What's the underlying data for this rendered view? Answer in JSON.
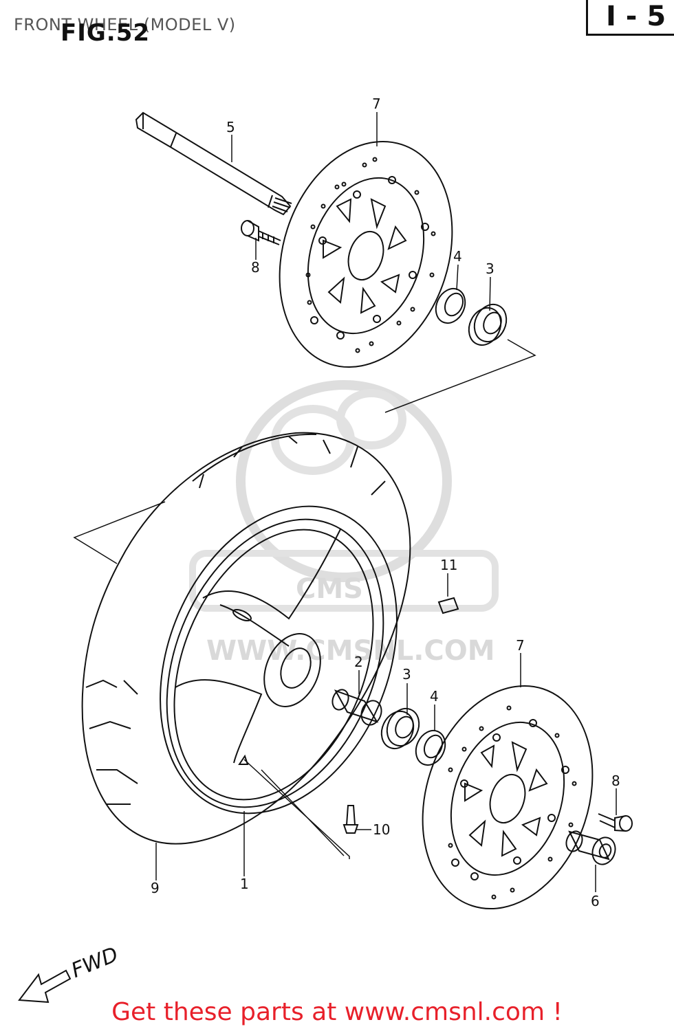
{
  "header": {
    "title": "FRONT WHEEL (MODEL V)",
    "figure": "FIG.52",
    "page_ref": "I - 5"
  },
  "parts": [
    {
      "ref": "1"
    },
    {
      "ref": "2"
    },
    {
      "ref": "3"
    },
    {
      "ref": "3"
    },
    {
      "ref": "4"
    },
    {
      "ref": "4"
    },
    {
      "ref": "5"
    },
    {
      "ref": "6"
    },
    {
      "ref": "7"
    },
    {
      "ref": "7"
    },
    {
      "ref": "8"
    },
    {
      "ref": "8"
    },
    {
      "ref": "9"
    },
    {
      "ref": "10"
    },
    {
      "ref": "11"
    }
  ],
  "direction": {
    "label": "FWD"
  },
  "watermark": {
    "text": "WWW.CMSNL.COM",
    "logo_text": "CMS"
  },
  "footer": {
    "text": "Get these parts at www.cmsnl.com !"
  },
  "colors": {
    "line": "#111111",
    "watermark": "#d9d9d9",
    "footer": "#e8202a"
  }
}
